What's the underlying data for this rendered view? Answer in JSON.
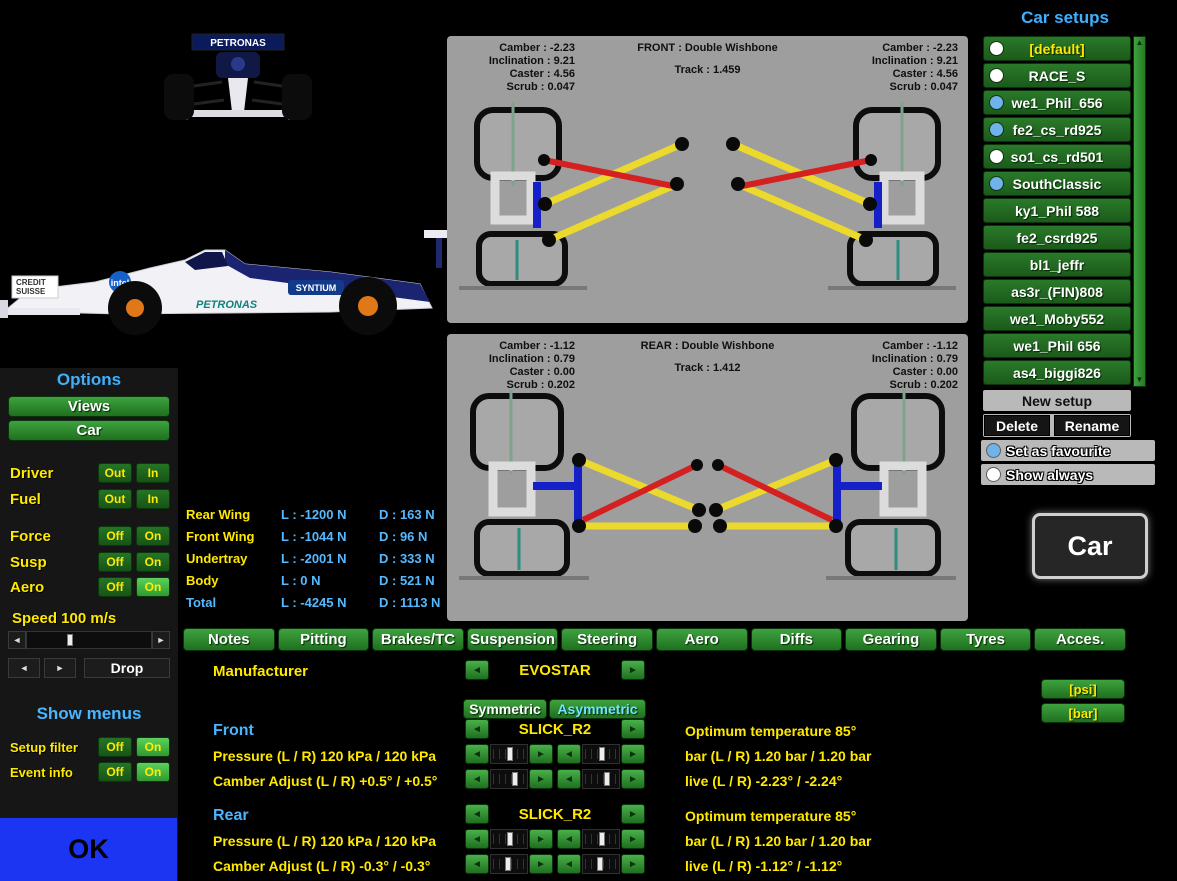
{
  "icons": {
    "left": "◄",
    "right": "►",
    "up": "▲",
    "down": "▼"
  },
  "front_view_car": {
    "petronas": "PETRONAS"
  },
  "side_view_car": {
    "credit": "CREDIT",
    "suisse": "SUISSE",
    "intel": "intel",
    "petronas": "PETRONAS",
    "syntium": "SYNTIUM"
  },
  "front_suspension": {
    "left": {
      "camber": "Camber : -2.23",
      "inclination": "Inclination : 9.21",
      "caster": "Caster : 4.56",
      "scrub": "Scrub : 0.047"
    },
    "center": {
      "title": "FRONT : Double Wishbone",
      "track": "Track : 1.459"
    },
    "right": {
      "camber": "Camber : -2.23",
      "inclination": "Inclination : 9.21",
      "caster": "Caster : 4.56",
      "scrub": "Scrub : 0.047"
    }
  },
  "rear_suspension": {
    "left": {
      "camber": "Camber : -1.12",
      "inclination": "Inclination : 0.79",
      "caster": "Caster : 0.00",
      "scrub": "Scrub : 0.202"
    },
    "center": {
      "title": "REAR : Double Wishbone",
      "track": "Track : 1.412"
    },
    "right": {
      "camber": "Camber : -1.12",
      "inclination": "Inclination : 0.79",
      "caster": "Caster : 0.00",
      "scrub": "Scrub : 0.202"
    }
  },
  "aero": {
    "rows": [
      {
        "label": "Rear Wing",
        "l": "L : -1200 N",
        "d": "D : 163 N",
        "style": "normal"
      },
      {
        "label": "Front Wing",
        "l": "L : -1044 N",
        "d": "D : 96 N",
        "style": "normal"
      },
      {
        "label": "Undertray",
        "l": "L : -2001 N",
        "d": "D : 333 N",
        "style": "normal"
      },
      {
        "label": "Body",
        "l": "L : 0 N",
        "d": "D : 521 N",
        "style": "normal"
      },
      {
        "label": "Total",
        "l": "L : -4245 N",
        "d": "D : 1113 N",
        "style": "total"
      }
    ]
  },
  "options": {
    "title": "Options",
    "views": "Views",
    "car": "Car",
    "toggles": [
      {
        "label": "Driver",
        "a": "Out",
        "b": "In",
        "active": "none"
      },
      {
        "label": "Fuel",
        "a": "Out",
        "b": "In",
        "active": "none"
      },
      {
        "label": "Force",
        "a": "Off",
        "b": "On",
        "active": "none"
      },
      {
        "label": "Susp",
        "a": "Off",
        "b": "On",
        "active": "none"
      },
      {
        "label": "Aero",
        "a": "Off",
        "b": "On",
        "active": "b"
      }
    ],
    "speed_label": "Speed 100 m/s",
    "drop": "Drop",
    "show_menus": "Show menus",
    "setup_filter": {
      "label": "Setup filter",
      "a": "Off",
      "b": "On",
      "active": "b"
    },
    "event_info": {
      "label": "Event info",
      "a": "Off",
      "b": "On",
      "active": "b"
    },
    "ok": "OK"
  },
  "setups": {
    "title": "Car setups",
    "items": [
      {
        "label": "[default]",
        "dot": "white",
        "text": "yellow"
      },
      {
        "label": "RACE_S",
        "dot": "white",
        "text": "white"
      },
      {
        "label": "we1_Phil_656",
        "dot": "blue",
        "text": "white"
      },
      {
        "label": "fe2_cs_rd925",
        "dot": "blue",
        "text": "white"
      },
      {
        "label": "so1_cs_rd501",
        "dot": "white",
        "text": "white"
      },
      {
        "label": "SouthClassic",
        "dot": "blue",
        "text": "white"
      },
      {
        "label": "ky1_Phil 588",
        "dot": "none",
        "text": "white"
      },
      {
        "label": "fe2_csrd925",
        "dot": "none",
        "text": "white"
      },
      {
        "label": "bl1_jeffr",
        "dot": "none",
        "text": "white"
      },
      {
        "label": "as3r_(FIN)808",
        "dot": "none",
        "text": "white"
      },
      {
        "label": "we1_Moby552",
        "dot": "none",
        "text": "white"
      },
      {
        "label": "we1_Phil 656",
        "dot": "none",
        "text": "white"
      },
      {
        "label": "as4_biggi826",
        "dot": "none",
        "text": "white"
      }
    ],
    "new_setup": "New setup",
    "delete": "Delete",
    "rename": "Rename",
    "set_favourite": "Set as favourite",
    "show_always": "Show always",
    "car_button": "Car"
  },
  "tabs": [
    "Notes",
    "Pitting",
    "Brakes/TC",
    "Suspension",
    "Steering",
    "Aero",
    "Diffs",
    "Gearing",
    "Tyres",
    "Acces."
  ],
  "tyres": {
    "manufacturer_label": "Manufacturer",
    "manufacturer_value": "EVOSTAR",
    "symmetric": "Symmetric",
    "asymmetric": "Asymmetric",
    "psi": "[psi]",
    "bar_unit": "[bar]",
    "front": {
      "title": "Front",
      "compound": "SLICK_R2",
      "pressure": "Pressure (L / R) 120 kPa / 120 kPa",
      "camber": "Camber Adjust (L / R) +0.5° / +0.5°",
      "optimum": "Optimum temperature 85°",
      "bar": "bar (L / R) 1.20 bar / 1.20 bar",
      "live": "live (L / R) -2.23° / -2.24°"
    },
    "rear": {
      "title": "Rear",
      "compound": "SLICK_R2",
      "pressure": "Pressure (L / R) 120 kPa / 120 kPa",
      "camber": "Camber Adjust (L / R) -0.3° / -0.3°",
      "optimum": "Optimum temperature 85°",
      "bar": "bar (L / R) 1.20 bar / 1.20 bar",
      "live": "live (L / R) -1.12° / -1.12°"
    }
  }
}
